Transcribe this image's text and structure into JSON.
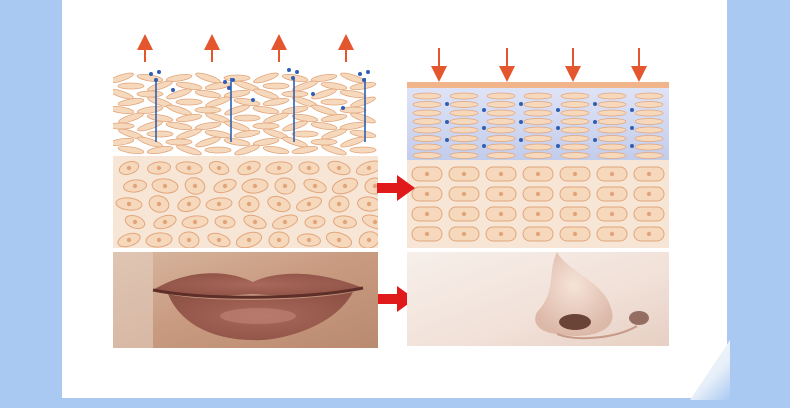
{
  "colors": {
    "page_background": "#a9c9f3",
    "card_background": "#ffffff",
    "up_arrow": "#e4572e",
    "down_arrow": "#e4572e",
    "transition_arrow": "#e0191a",
    "water_dot": "#2f5fb3",
    "cell_fill": "#f6d9bd",
    "cell_stroke": "#e2a57a",
    "barrier_blue": "#c9d2ee"
  },
  "left_panel": {
    "caption": "",
    "state": "damaged barrier — moisture escaping",
    "icons": [
      "up-arrow-icon",
      "water-droplet-icon"
    ]
  },
  "right_panel": {
    "caption": "",
    "state": "sealed barrier — moisture locked in",
    "icons": [
      "down-arrow-icon",
      "water-droplet-icon"
    ]
  },
  "photos": {
    "before": "lips-closeup-photo",
    "after": "nose-closeup-photo"
  }
}
